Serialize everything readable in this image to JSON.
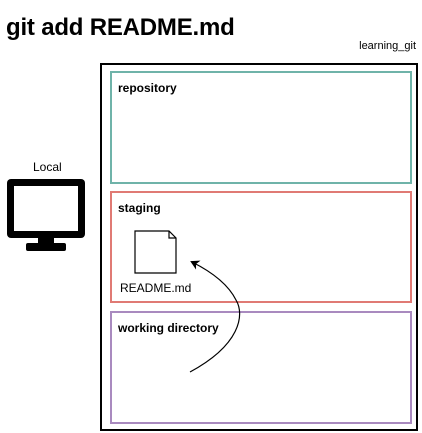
{
  "title": "git add README.md",
  "repository_name": "learning_git",
  "local_label": "Local",
  "zones": {
    "repository": "repository",
    "staging": "staging",
    "working": "working directory"
  },
  "file": {
    "name": "README.md",
    "icon": "document-icon"
  },
  "colors": {
    "repository": "#6fb3a9",
    "staging": "#e07a74",
    "working": "#a98abf"
  }
}
